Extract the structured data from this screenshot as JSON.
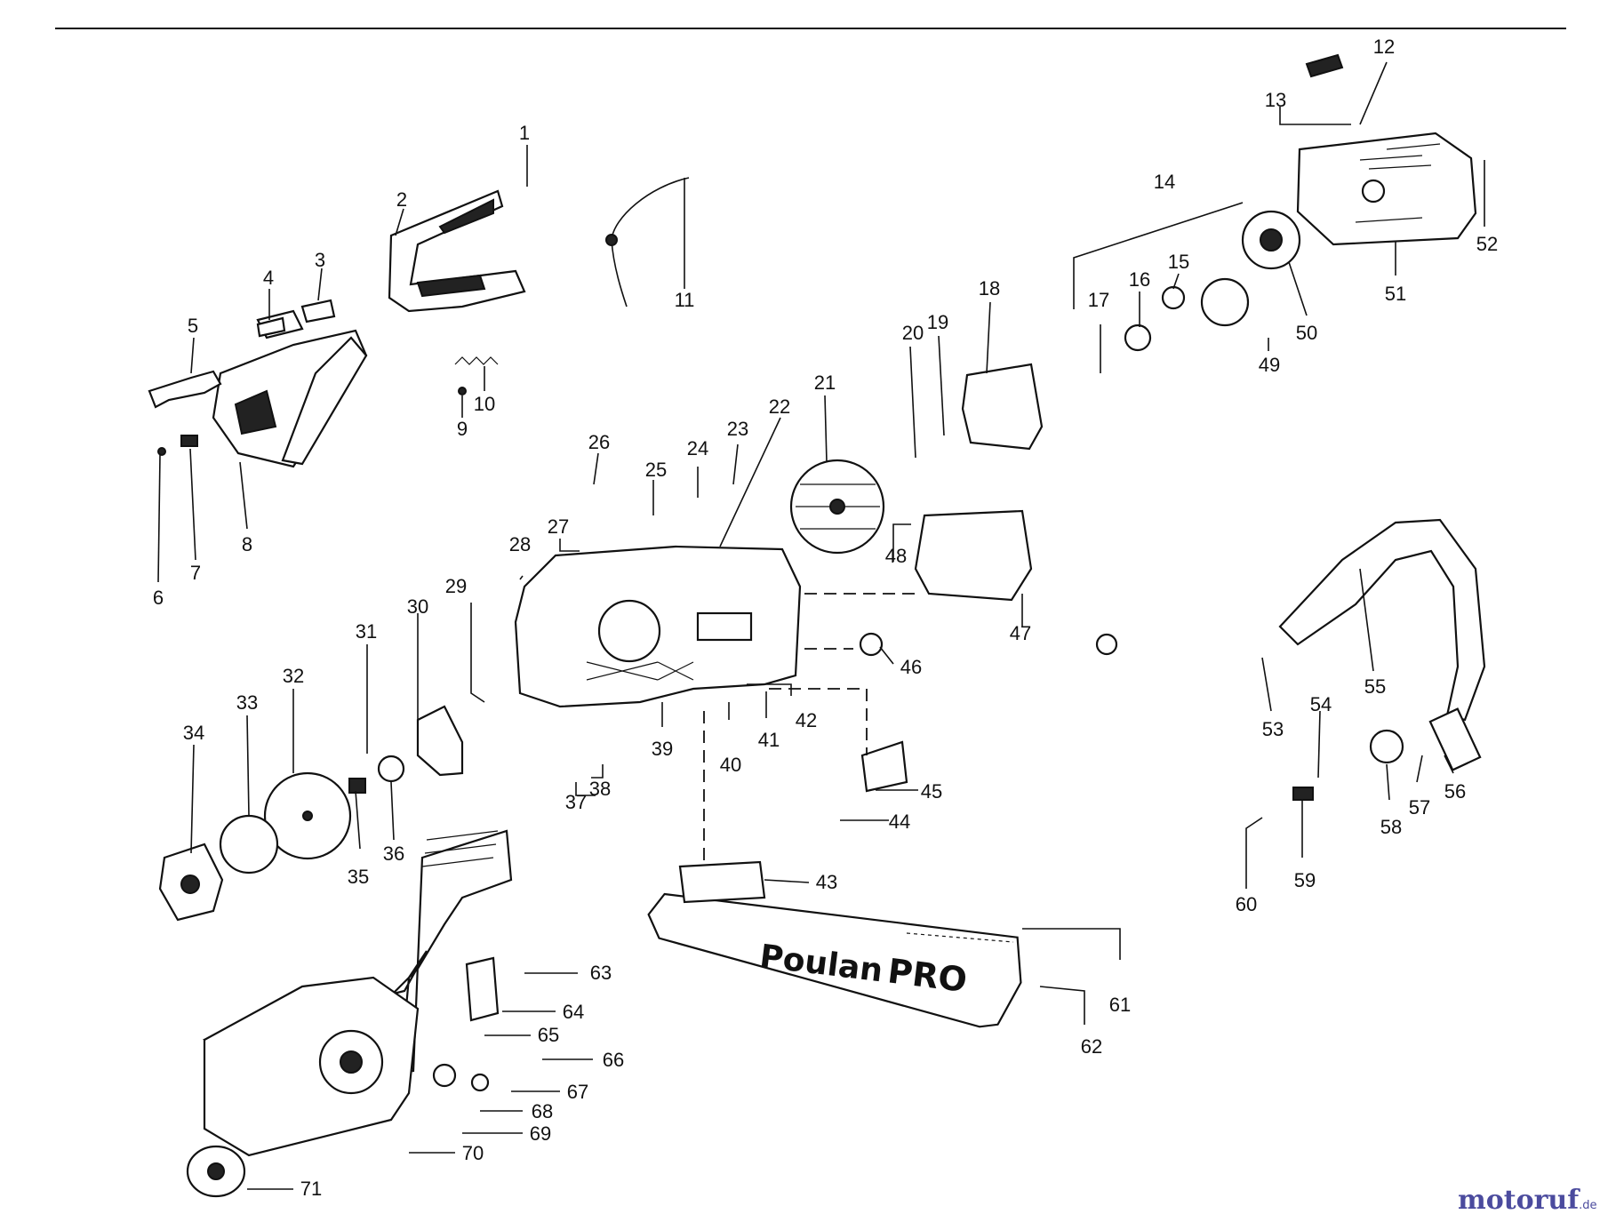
{
  "callouts": [
    "1",
    "2",
    "3",
    "4",
    "5",
    "6",
    "7",
    "8",
    "9",
    "10",
    "11",
    "12",
    "13",
    "14",
    "15",
    "16",
    "17",
    "18",
    "19",
    "20",
    "21",
    "22",
    "23",
    "24",
    "25",
    "26",
    "27",
    "28",
    "29",
    "30",
    "31",
    "32",
    "33",
    "34",
    "35",
    "36",
    "37",
    "38",
    "39",
    "40",
    "41",
    "42",
    "43",
    "44",
    "45",
    "46",
    "47",
    "48",
    "49",
    "50",
    "51",
    "52",
    "53",
    "54",
    "55",
    "56",
    "57",
    "58",
    "59",
    "60",
    "61",
    "62",
    "63",
    "64",
    "65",
    "66",
    "67",
    "68",
    "69",
    "70",
    "71"
  ],
  "bar_branding": {
    "part1": "Poulan",
    "part2": "PRO"
  },
  "watermark": {
    "name": "motoruf",
    "tld": ".de"
  }
}
